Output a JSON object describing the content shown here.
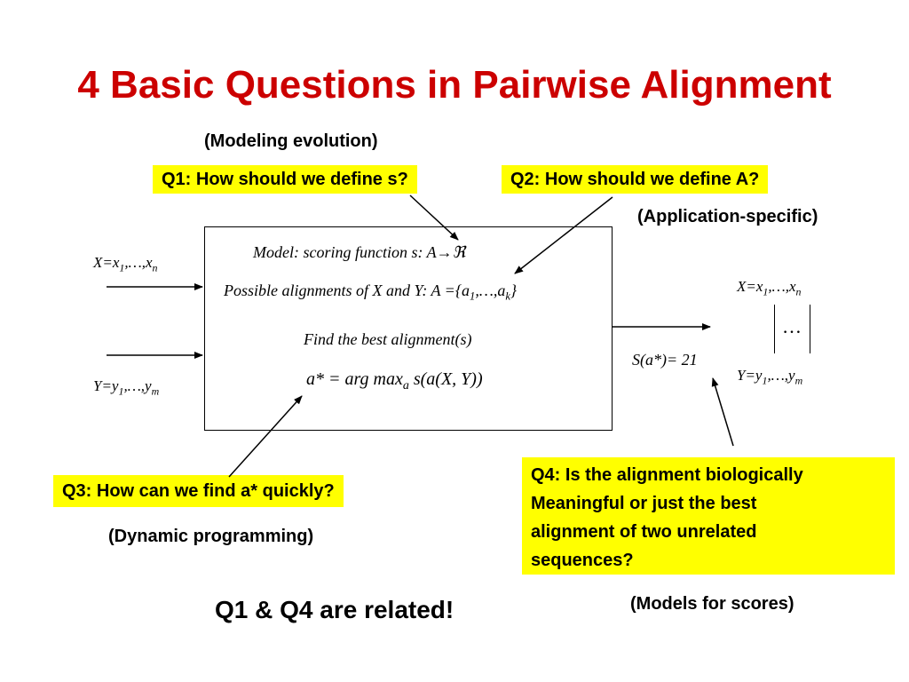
{
  "title": "4 Basic Questions in Pairwise Alignment",
  "colors": {
    "title": "#cc0000",
    "highlight": "#ffff00",
    "text": "#000000"
  },
  "notes": {
    "modeling": "(Modeling evolution)",
    "application": "(Application-specific)",
    "dynamic": "(Dynamic programming)",
    "models_scores": "(Models for scores)"
  },
  "questions": {
    "q1": "Q1: How should we define s?",
    "q2": "Q2: How should we define A?",
    "q3": "Q3: How can we find a* quickly?",
    "q4_lines": [
      "Q4: Is the alignment biologically",
      "Meaningful or just the best",
      "alignment of two unrelated",
      "sequences?"
    ]
  },
  "model_box": {
    "scoring": "Model: scoring function  s: A",
    "scoring_arrow": "→",
    "scoring_reals": "ℜ",
    "alignments_prefix": "Possible alignments of X and Y: A ={a",
    "alignments_sub1": "1",
    "alignments_mid": ",…,a",
    "alignments_subk": "k",
    "alignments_suffix": "}",
    "find": "Find the best alignment(s)",
    "formula_lhs": "a* = arg max",
    "formula_sub": "a",
    "formula_rhs": "s(a(X, Y))"
  },
  "inputs": {
    "x": {
      "prefix": "X=x",
      "sub1": "1",
      "mid": ",…,x",
      "subn": "n"
    },
    "y": {
      "prefix": "Y=y",
      "sub1": "1",
      "mid": ",…,y",
      "subm": "m"
    }
  },
  "outputs": {
    "x": {
      "prefix": "X=x",
      "sub1": "1",
      "mid": ",…,x",
      "subn": "n"
    },
    "y": {
      "prefix": "Y=y",
      "sub1": "1",
      "mid": ",…,y",
      "subm": "m"
    },
    "ellipsis": "…",
    "score": "S(a*)= 21"
  },
  "conclusion": "Q1 & Q4 are related!"
}
